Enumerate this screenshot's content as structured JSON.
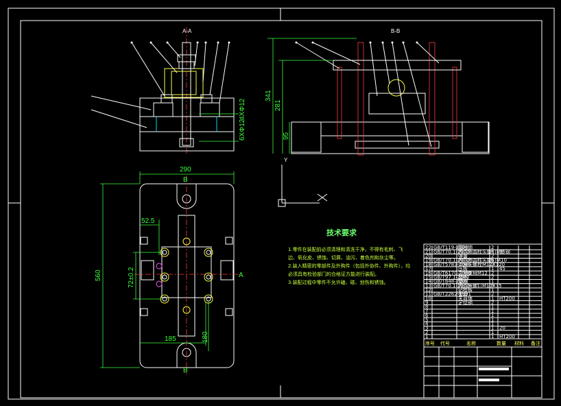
{
  "views": {
    "section_a": {
      "label": "A-A"
    },
    "section_b": {
      "label": "B-B"
    }
  },
  "dimensions": {
    "height_341": "341",
    "height_281": "281",
    "height_95": "95",
    "hole_note_1": "4XΦ12",
    "hole_note_2": "6XΦ12",
    "width_290": "290",
    "height_560": "560",
    "offset_52_5": "52.5",
    "tol_72": "72±0.2",
    "width_185": "185",
    "height_180": "180",
    "marker_b_top": "B",
    "marker_b_bottom": "B",
    "marker_a_right": "A"
  },
  "axis_icon": {
    "y_label": "Y"
  },
  "tech_requirements": {
    "title": "技术要求",
    "lines": [
      "1.零件在装配前必须清理和清洗干净，不得有毛刺、飞",
      "边、氧化皮、锈蚀、切屑、油污、着色剂和灰尘等。",
      "2.装入精密的零部件及外购件（包括外协件、外购件），均",
      "必须具有检验部门的合格证方能进行装配。",
      "3.装配过程中零件不允许磕、碰、划伤和锈蚀。"
    ]
  },
  "title_block": {
    "rows": [
      [
        "22",
        "GB/T119-2000",
        "圆柱销",
        "2",
        "",
        "",
        ""
      ],
      [
        "21",
        "GB/T70.1-2000",
        "内六角圆柱头螺钉M8",
        "4",
        "35钢",
        "",
        ""
      ],
      [
        "20",
        "",
        "弹簧",
        "2",
        "",
        "",
        ""
      ],
      [
        "19",
        "GB/T70.1-2000",
        "内六角圆柱头螺钉M10",
        "6",
        "",
        "",
        ""
      ],
      [
        "18",
        "GB/T5783-2000",
        "六角头螺栓M12X120",
        "2",
        "",
        "",
        ""
      ],
      [
        "17",
        "",
        "压板",
        "1",
        "45",
        "",
        ""
      ],
      [
        "16",
        "GB/T6170-2000",
        "六角螺母M12",
        "2",
        "",
        "",
        ""
      ],
      [
        "15",
        "GB/T97.1-2002",
        "垫圈",
        "2",
        "",
        "",
        ""
      ],
      [
        "14",
        "GB/T848-2002",
        "垫圈",
        "1",
        "",
        "",
        ""
      ],
      [
        "13",
        "GB/T70.1-2000",
        "内六角螺钉M10X35",
        "6",
        "",
        "",
        ""
      ],
      [
        "12",
        "",
        "钻模板",
        "1",
        "",
        "",
        ""
      ],
      [
        "11",
        "GB/T2262-1991",
        "衡套",
        "2",
        "",
        "",
        ""
      ],
      [
        "10",
        "",
        "夹具体",
        "1",
        "HT200",
        "",
        ""
      ],
      [
        "9",
        "",
        "定位销",
        "2",
        "",
        "",
        ""
      ],
      [
        "8",
        "",
        "",
        "1",
        "",
        "",
        ""
      ],
      [
        "7",
        "",
        "",
        "1",
        "",
        "",
        ""
      ],
      [
        "6",
        "",
        "",
        "1",
        "",
        "",
        ""
      ],
      [
        "5",
        "",
        "",
        "1",
        "",
        "",
        ""
      ],
      [
        "4",
        "",
        "",
        "1",
        "",
        "",
        ""
      ],
      [
        "3",
        "",
        "",
        "1",
        "20",
        "",
        ""
      ],
      [
        "2",
        "",
        "",
        "1",
        "",
        "",
        ""
      ],
      [
        "1",
        "",
        "",
        "1",
        "HT200",
        "",
        ""
      ]
    ],
    "header": [
      "序号",
      "代号",
      "名称",
      "数量",
      "材料",
      "",
      "备注"
    ]
  },
  "colors": {
    "background": "#000000",
    "outline": "#ffffff",
    "dimension": "#3cff3c",
    "centerline": "#ff3c3c",
    "hidden": "#00e0e0",
    "highlight": "#ffff3c",
    "marker": "#ff55ff"
  }
}
